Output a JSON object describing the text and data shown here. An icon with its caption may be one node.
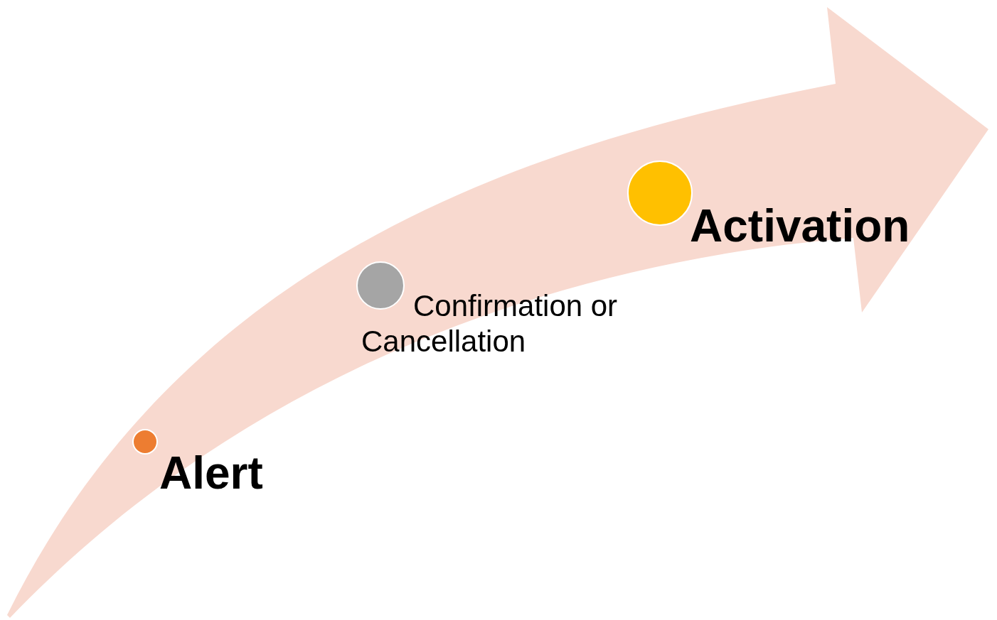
{
  "diagram": {
    "nodes": [
      {
        "text": [],
        "shape": "circle",
        "beside": [
          "Alert"
        ]
      },
      {
        "text": [],
        "shape": "circle",
        "beside": [
          "Confirmation or Cancellation"
        ]
      },
      {
        "text": [],
        "shape": "circle",
        "beside": [
          "Activation"
        ]
      }
    ]
  }
}
